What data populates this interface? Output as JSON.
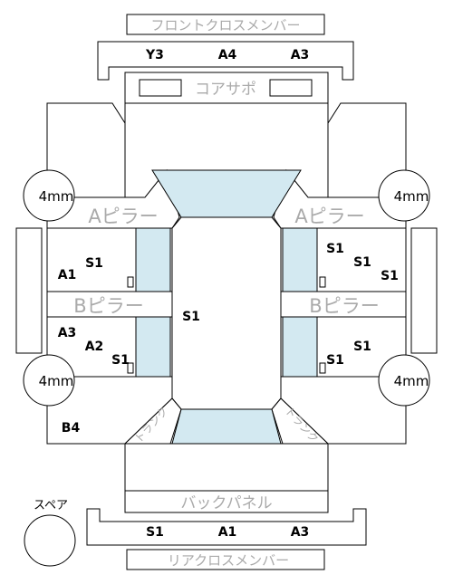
{
  "labels": {
    "front_cross_member": "フロントクロスメンバー",
    "core_support": "コアサポ",
    "a_pillar_left": "Aピラー",
    "a_pillar_right": "Aピラー",
    "b_pillar_left": "Bピラー",
    "b_pillar_right": "Bピラー",
    "back_panel": "バックパネル",
    "rear_cross_member": "リアクロスメンバー",
    "spare": "スペア",
    "trunk_left": "トランク",
    "trunk_right": "トランク"
  },
  "wheels": {
    "front_left": "4mm",
    "front_right": "4mm",
    "rear_left": "4mm",
    "rear_right": "4mm"
  },
  "codes": {
    "front_cross_1": "Y3",
    "front_cross_2": "A4",
    "front_cross_3": "A3",
    "left_front_door_a": "S1",
    "left_front_door_b": "A1",
    "left_rear_door_a": "A3",
    "left_rear_door_b": "A2",
    "left_rear_door_c": "S1",
    "roof": "S1",
    "right_front_door_a": "S1",
    "right_front_door_b": "S1",
    "right_front_door_c": "S1",
    "right_rear_door_a": "S1",
    "right_rear_door_b": "S1",
    "left_rear_quarter": "B4",
    "rear_cross_1": "S1",
    "rear_cross_2": "A1",
    "rear_cross_3": "A3"
  }
}
